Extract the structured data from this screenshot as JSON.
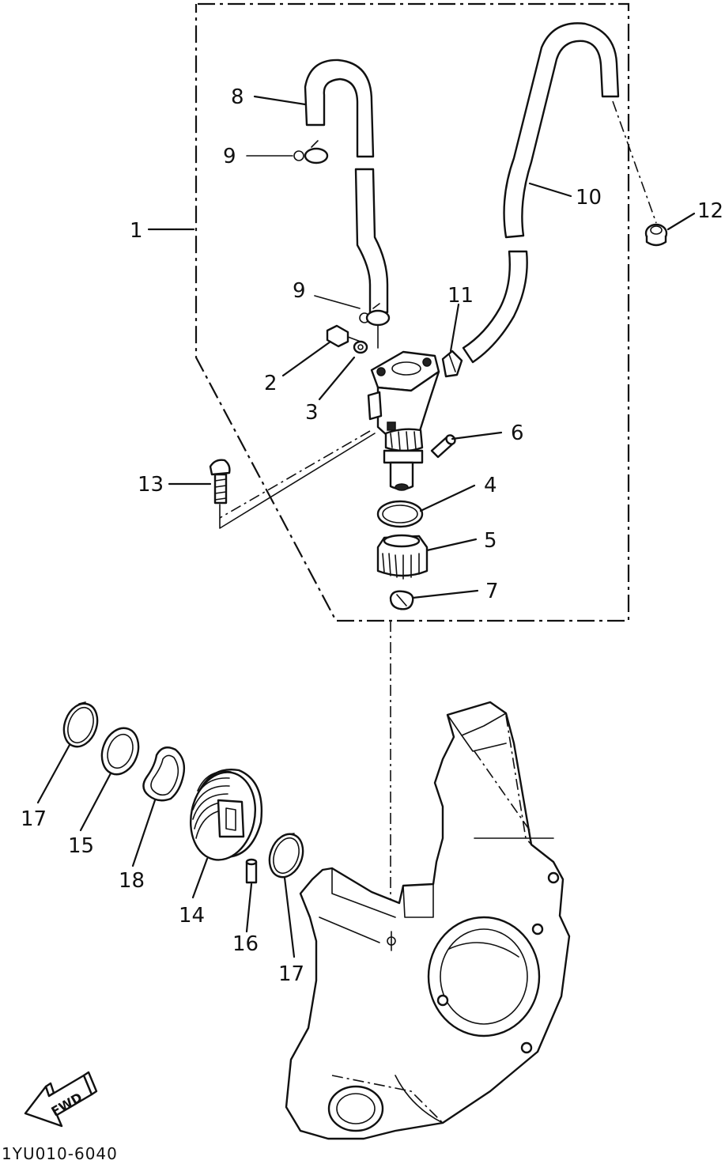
{
  "diagram": {
    "code": "1YU010-6040",
    "fwd_label": "FWD",
    "callouts": [
      {
        "id": "c1",
        "text": "1"
      },
      {
        "id": "c2",
        "text": "2"
      },
      {
        "id": "c3",
        "text": "3"
      },
      {
        "id": "c4",
        "text": "4"
      },
      {
        "id": "c5",
        "text": "5"
      },
      {
        "id": "c6",
        "text": "6"
      },
      {
        "id": "c7",
        "text": "7"
      },
      {
        "id": "c8",
        "text": "8"
      },
      {
        "id": "c9a",
        "text": "9"
      },
      {
        "id": "c9b",
        "text": "9"
      },
      {
        "id": "c10",
        "text": "10"
      },
      {
        "id": "c11",
        "text": "11"
      },
      {
        "id": "c12",
        "text": "12"
      },
      {
        "id": "c13",
        "text": "13"
      },
      {
        "id": "c14",
        "text": "14"
      },
      {
        "id": "c15",
        "text": "15"
      },
      {
        "id": "c16",
        "text": "16"
      },
      {
        "id": "c17a",
        "text": "17"
      },
      {
        "id": "c17b",
        "text": "17"
      },
      {
        "id": "c18",
        "text": "18"
      }
    ]
  }
}
